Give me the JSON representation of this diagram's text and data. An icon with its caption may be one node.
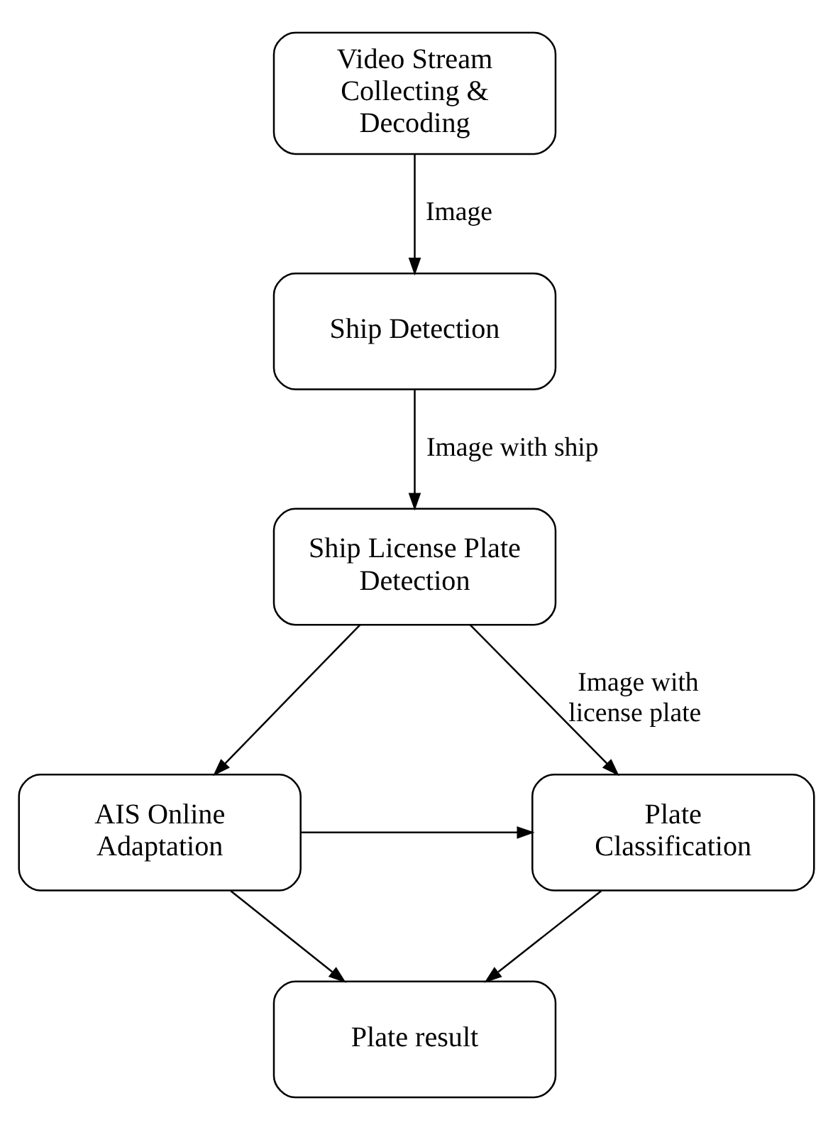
{
  "diagram": {
    "nodes": [
      {
        "text": [
          "Video Stream Collecting & Decoding"
        ]
      },
      {
        "text": [
          "Ship Detection"
        ]
      },
      {
        "text": [
          "Ship License Plate Detection"
        ]
      },
      {
        "text": [
          "AIS Online Adaptation"
        ]
      },
      {
        "text": [
          "Plate Classification"
        ]
      },
      {
        "text": [
          "Plate result"
        ]
      }
    ],
    "edges": [
      {
        "from": 0,
        "to": 1,
        "arrow": "to",
        "label": "Image"
      },
      {
        "from": 1,
        "to": 2,
        "arrow": "to",
        "label": "Image with ship"
      },
      {
        "from": 2,
        "to": 3,
        "arrow": "to"
      },
      {
        "from": 2,
        "to": 4,
        "arrow": "to",
        "label": "Image with license plate"
      },
      {
        "from": 3,
        "to": 4,
        "arrow": "to"
      },
      {
        "from": 3,
        "to": 5,
        "arrow": "to"
      },
      {
        "from": 4,
        "to": 5,
        "arrow": "to"
      }
    ]
  }
}
